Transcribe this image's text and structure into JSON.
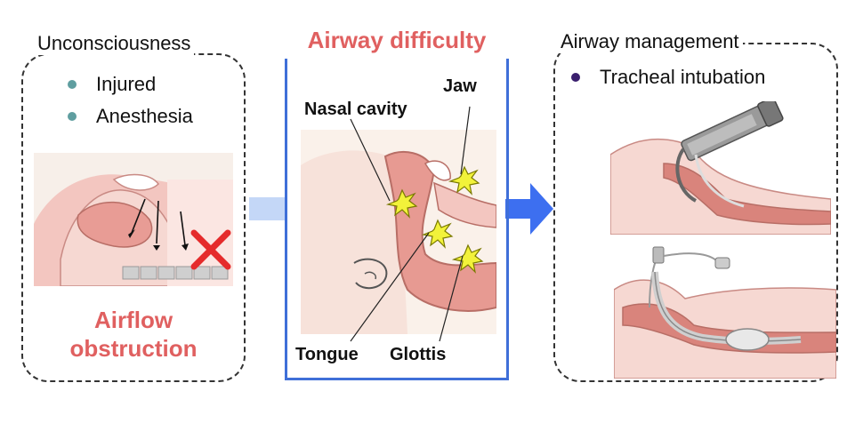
{
  "left_panel": {
    "title": "Unconsciousness",
    "bullets": [
      {
        "label": "Injured"
      },
      {
        "label": "Anesthesia"
      }
    ],
    "outcome_line1": "Airflow",
    "outcome_line2": "obstruction"
  },
  "middle_panel": {
    "title": "Airway difficulty",
    "labels": {
      "nasal_cavity": "Nasal cavity",
      "jaw": "Jaw",
      "tongue": "Tongue",
      "glottis": "Glottis"
    }
  },
  "right_panel": {
    "title": "Airway management",
    "bullets": [
      {
        "label": "Tracheal intubation"
      }
    ]
  },
  "colors": {
    "accent_red": "#e06060",
    "border_blue": "#3f6fd8",
    "arrow_blue": "#3d6ff0",
    "tissue_pink": "#f3c6c0",
    "tissue_dark": "#d9847c",
    "starburst_yellow": "#f2f23a"
  }
}
